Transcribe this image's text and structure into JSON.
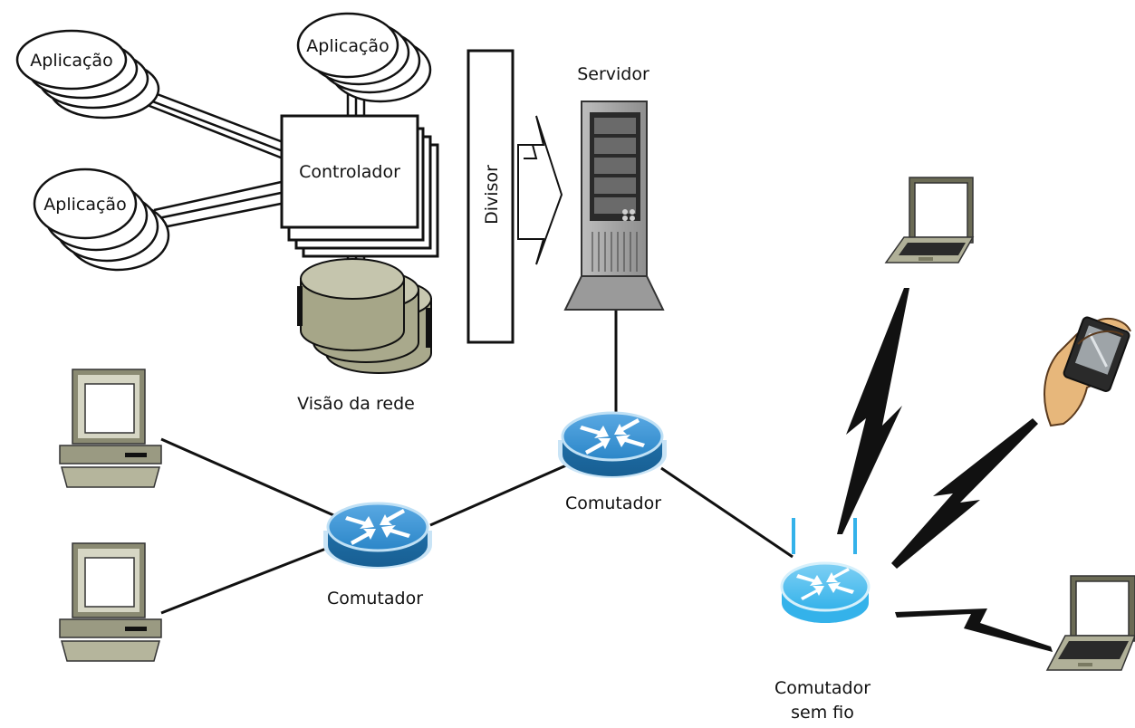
{
  "diagram": {
    "apps": [
      {
        "label": "Aplicação"
      },
      {
        "label": "Aplicação"
      },
      {
        "label": "Aplicação"
      }
    ],
    "controller_label": "Controlador",
    "divider_label": "Divisor",
    "server_label": "Servidor",
    "network_view_label": "Visão da rede",
    "switches": [
      {
        "label": "Comutador"
      },
      {
        "label": "Comutador"
      }
    ],
    "wireless_switch_label": [
      "Comutador",
      "sem fio"
    ]
  }
}
